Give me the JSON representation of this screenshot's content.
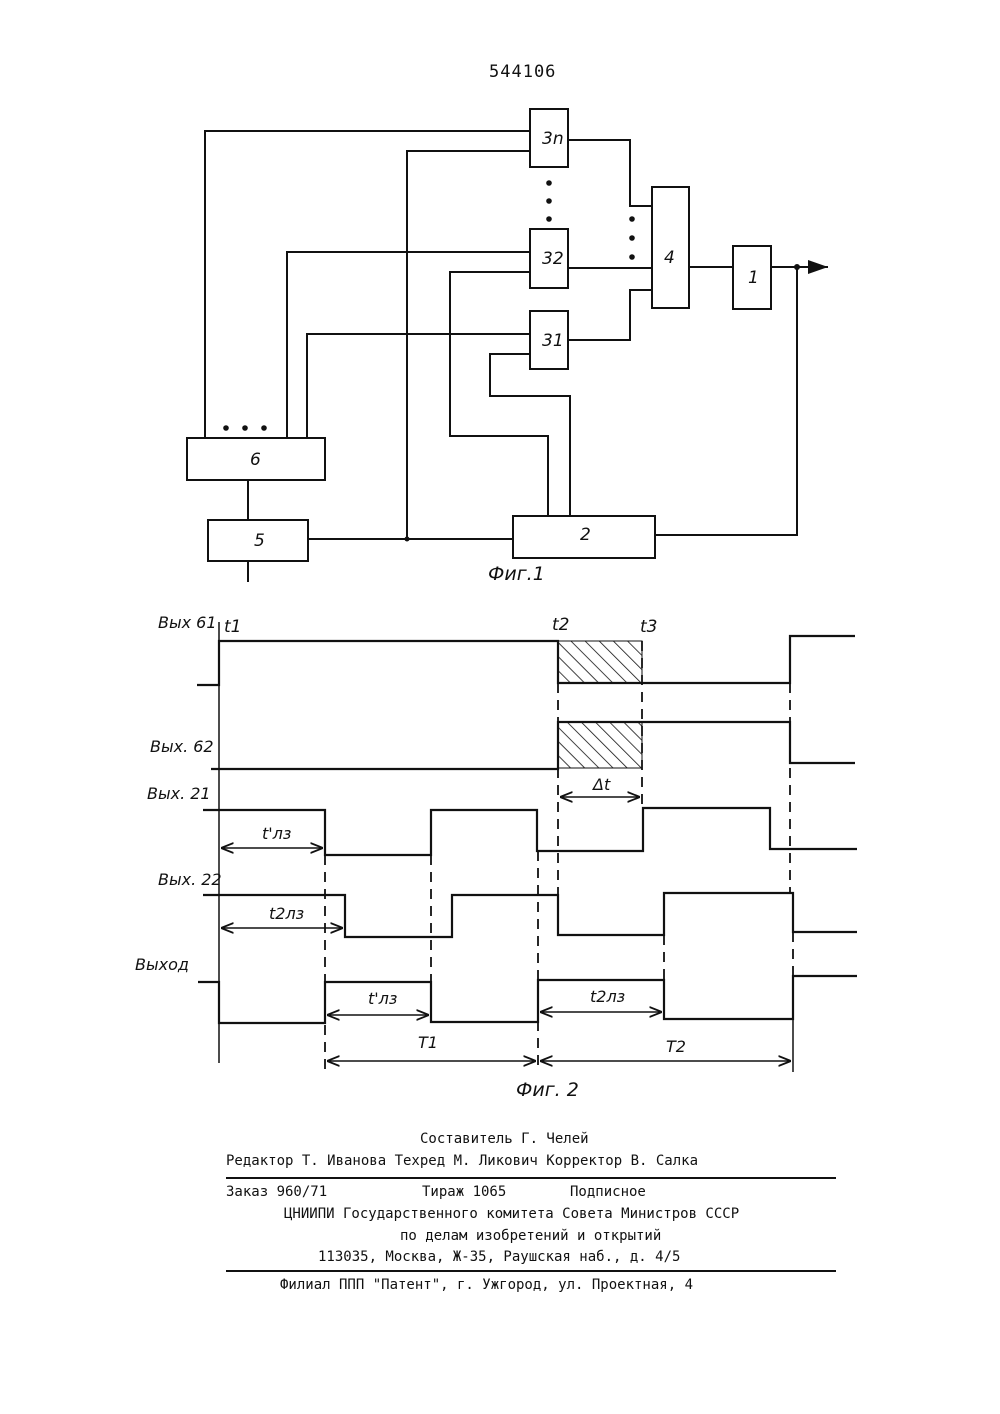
{
  "patent_number": "544106",
  "fig1": {
    "caption": "Фиг.1",
    "blocks": {
      "b3n": "3n",
      "b32": "32",
      "b31": "31",
      "b4": "4",
      "b1": "1",
      "b6": "6",
      "b5": "5",
      "b2": "2"
    }
  },
  "fig2": {
    "caption": "Фиг. 2",
    "signals": {
      "out61": "Вых 61",
      "out62": "Вых. 62",
      "out21": "Вых. 21",
      "out22": "Вых. 22",
      "output": "Выход"
    },
    "labels": {
      "t1": "t1",
      "t2": "t2",
      "t3": "t3",
      "dt": "Δt",
      "tlz1_a": "t'лз",
      "tlz2_a": "t2лз",
      "tlz1_b": "t'лз",
      "tlz2_b": "t2лз",
      "T1": "T1",
      "T2": "T2"
    }
  },
  "footer": {
    "compiler": "Составитель Г. Челей",
    "editors": "Редактор Т. Иванова  Техред М. Ликович Корректор В. Салка",
    "order": "Заказ 960/71",
    "circulation": "Тираж 1065",
    "subscription": "Подписное",
    "org1": "ЦНИИПИ Государственного комитета  Совета Министров СССР",
    "org2": "по делам изобретений и открытий",
    "address": "113035, Москва, Ж-35, Раушская наб., д. 4/5",
    "branch": "Филиал ППП \"Патент\", г. Ужгород, ул. Проектная, 4"
  }
}
